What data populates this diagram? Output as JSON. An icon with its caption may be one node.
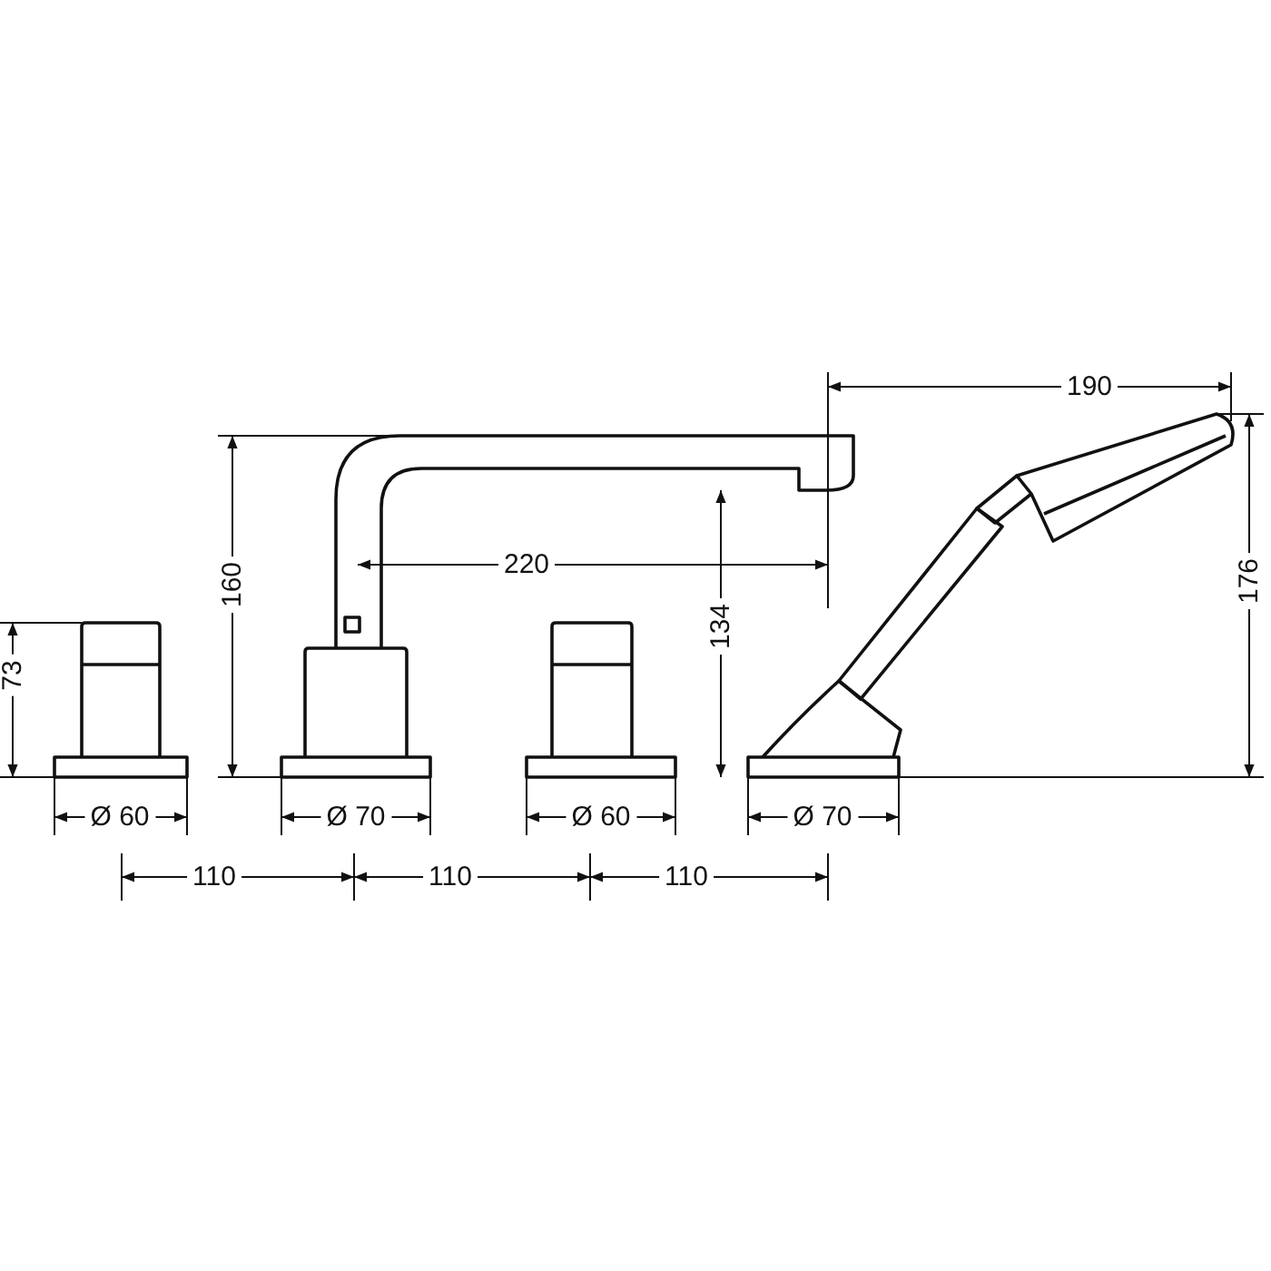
{
  "diagram": {
    "labels": [
      "190",
      "160",
      "220",
      "176",
      "73",
      "134",
      "Ø 60",
      "Ø 70",
      "Ø 60",
      "Ø 70",
      "110",
      "110",
      "110"
    ]
  }
}
